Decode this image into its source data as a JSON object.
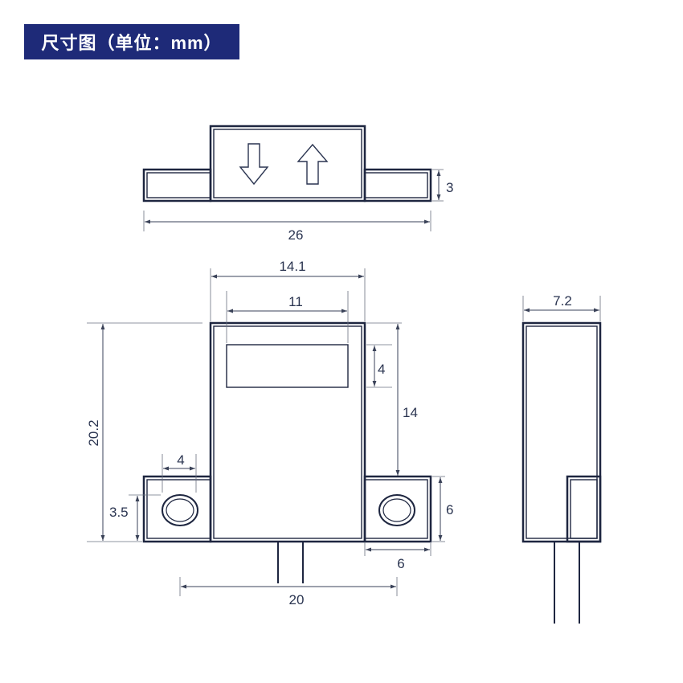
{
  "title": "尺寸图（单位：mm）",
  "colors": {
    "badge": "#1e2a78",
    "line": "#1e2640",
    "text": "#2a3450"
  },
  "dimensions": {
    "top_height": "3",
    "top_width": "26",
    "front_outer_width": "14.1",
    "front_inner_width": "11",
    "window_height": "4",
    "body_height": "14",
    "total_height": "20.2",
    "tab_width": "4",
    "hole_offset": "3.5",
    "tab_height": "6",
    "tab_right_width": "6",
    "hole_span": "20",
    "side_width": "7.2"
  }
}
